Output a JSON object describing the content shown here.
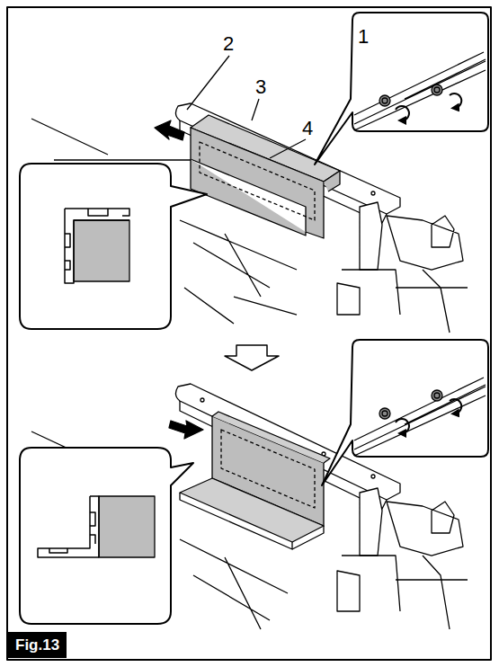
{
  "diagram": {
    "labels": [
      "1",
      "2",
      "3",
      "4",
      "Fig.13"
    ]
  }
}
